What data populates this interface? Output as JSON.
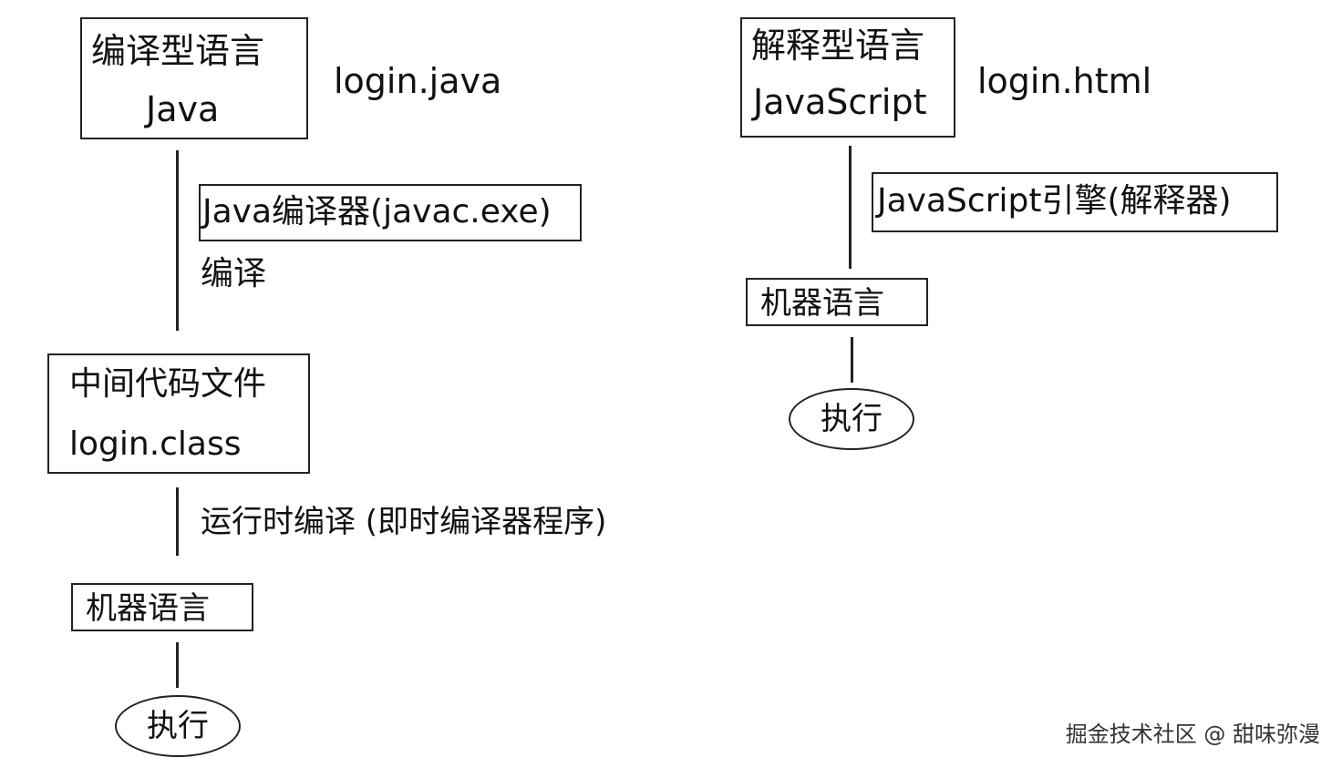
{
  "left": {
    "source_box": {
      "title": "编译型语言",
      "language": "Java"
    },
    "source_file": "login.java",
    "compiler_box": "Java编译器(javac.exe)",
    "compile_label": "编译",
    "intermediate_box": {
      "title": "中间代码文件",
      "file": "login.class"
    },
    "runtime_label": "运行时编译 (即时编译器程序)",
    "machine_box": "机器语言",
    "execute": "执行"
  },
  "right": {
    "source_box": {
      "title": "解释型语言",
      "language": "JavaScript"
    },
    "source_file": "login.html",
    "engine_box": "JavaScript引擎(解释器)",
    "machine_box": "机器语言",
    "execute": "执行"
  },
  "watermark": "掘金技术社区 @ 甜味弥漫"
}
